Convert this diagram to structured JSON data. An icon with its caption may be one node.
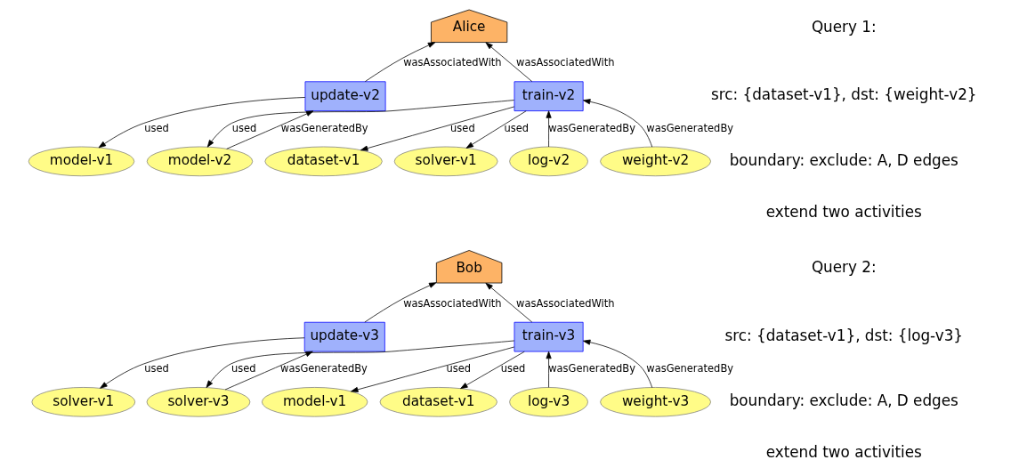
{
  "diagram": {
    "nodes": [
      {
        "text": [
          "Alice"
        ]
      },
      {
        "text": [
          "update-v2"
        ]
      },
      {
        "text": [
          "train-v2"
        ]
      },
      {
        "text": [
          "model-v1"
        ]
      },
      {
        "text": [
          "model-v2"
        ]
      },
      {
        "text": [
          "dataset-v1"
        ]
      },
      {
        "text": [
          "solver-v1"
        ]
      },
      {
        "text": [
          "log-v2"
        ]
      },
      {
        "text": [
          "weight-v2"
        ]
      },
      {
        "text": [
          "Bob"
        ]
      },
      {
        "text": [
          "update-v3"
        ]
      },
      {
        "text": [
          "train-v3"
        ]
      },
      {
        "text": [
          "solver-v1"
        ]
      },
      {
        "text": [
          "solver-v3"
        ]
      },
      {
        "text": [
          "model-v1"
        ]
      },
      {
        "text": [
          "dataset-v1"
        ]
      },
      {
        "text": [
          "log-v3"
        ]
      },
      {
        "text": [
          "weight-v3"
        ]
      }
    ],
    "edges": [
      {
        "from": 1,
        "to": 0,
        "arrow": "to",
        "label": "wasAssociatedWith"
      },
      {
        "from": 2,
        "to": 0,
        "arrow": "to",
        "label": "wasAssociatedWith"
      },
      {
        "from": 1,
        "to": 3,
        "arrow": "to",
        "label": "used"
      },
      {
        "from": 4,
        "to": 1,
        "arrow": "to",
        "label": "wasGeneratedBy"
      },
      {
        "from": 2,
        "to": 4,
        "arrow": "to",
        "label": "used"
      },
      {
        "from": 2,
        "to": 5,
        "arrow": "to",
        "label": "used"
      },
      {
        "from": 2,
        "to": 6,
        "arrow": "to",
        "label": "used"
      },
      {
        "from": 7,
        "to": 2,
        "arrow": "to",
        "label": "wasGeneratedBy"
      },
      {
        "from": 8,
        "to": 2,
        "arrow": "to",
        "label": "wasGeneratedBy"
      },
      {
        "from": 10,
        "to": 9,
        "arrow": "to",
        "label": "wasAssociatedWith"
      },
      {
        "from": 11,
        "to": 9,
        "arrow": "to",
        "label": "wasAssociatedWith"
      },
      {
        "from": 10,
        "to": 12,
        "arrow": "to",
        "label": "used"
      },
      {
        "from": 13,
        "to": 10,
        "arrow": "to",
        "label": "wasGeneratedBy"
      },
      {
        "from": 11,
        "to": 13,
        "arrow": "to",
        "label": "used"
      },
      {
        "from": 11,
        "to": 14,
        "arrow": "to",
        "label": "used"
      },
      {
        "from": 11,
        "to": 15,
        "arrow": "to",
        "label": "used"
      },
      {
        "from": 16,
        "to": 11,
        "arrow": "to",
        "label": "wasGeneratedBy"
      },
      {
        "from": 17,
        "to": 11,
        "arrow": "to",
        "label": "wasGeneratedBy"
      }
    ],
    "labels": [
      "Query 1:",
      "src: {dataset-v1}, dst: {weight-v2}",
      "boundary: exclude: A, D edges",
      "extend two activities",
      "Query 2:",
      "src: {dataset-v1}, dst: {log-v3}",
      "boundary: exclude: A, D edges",
      "extend two activities"
    ]
  }
}
